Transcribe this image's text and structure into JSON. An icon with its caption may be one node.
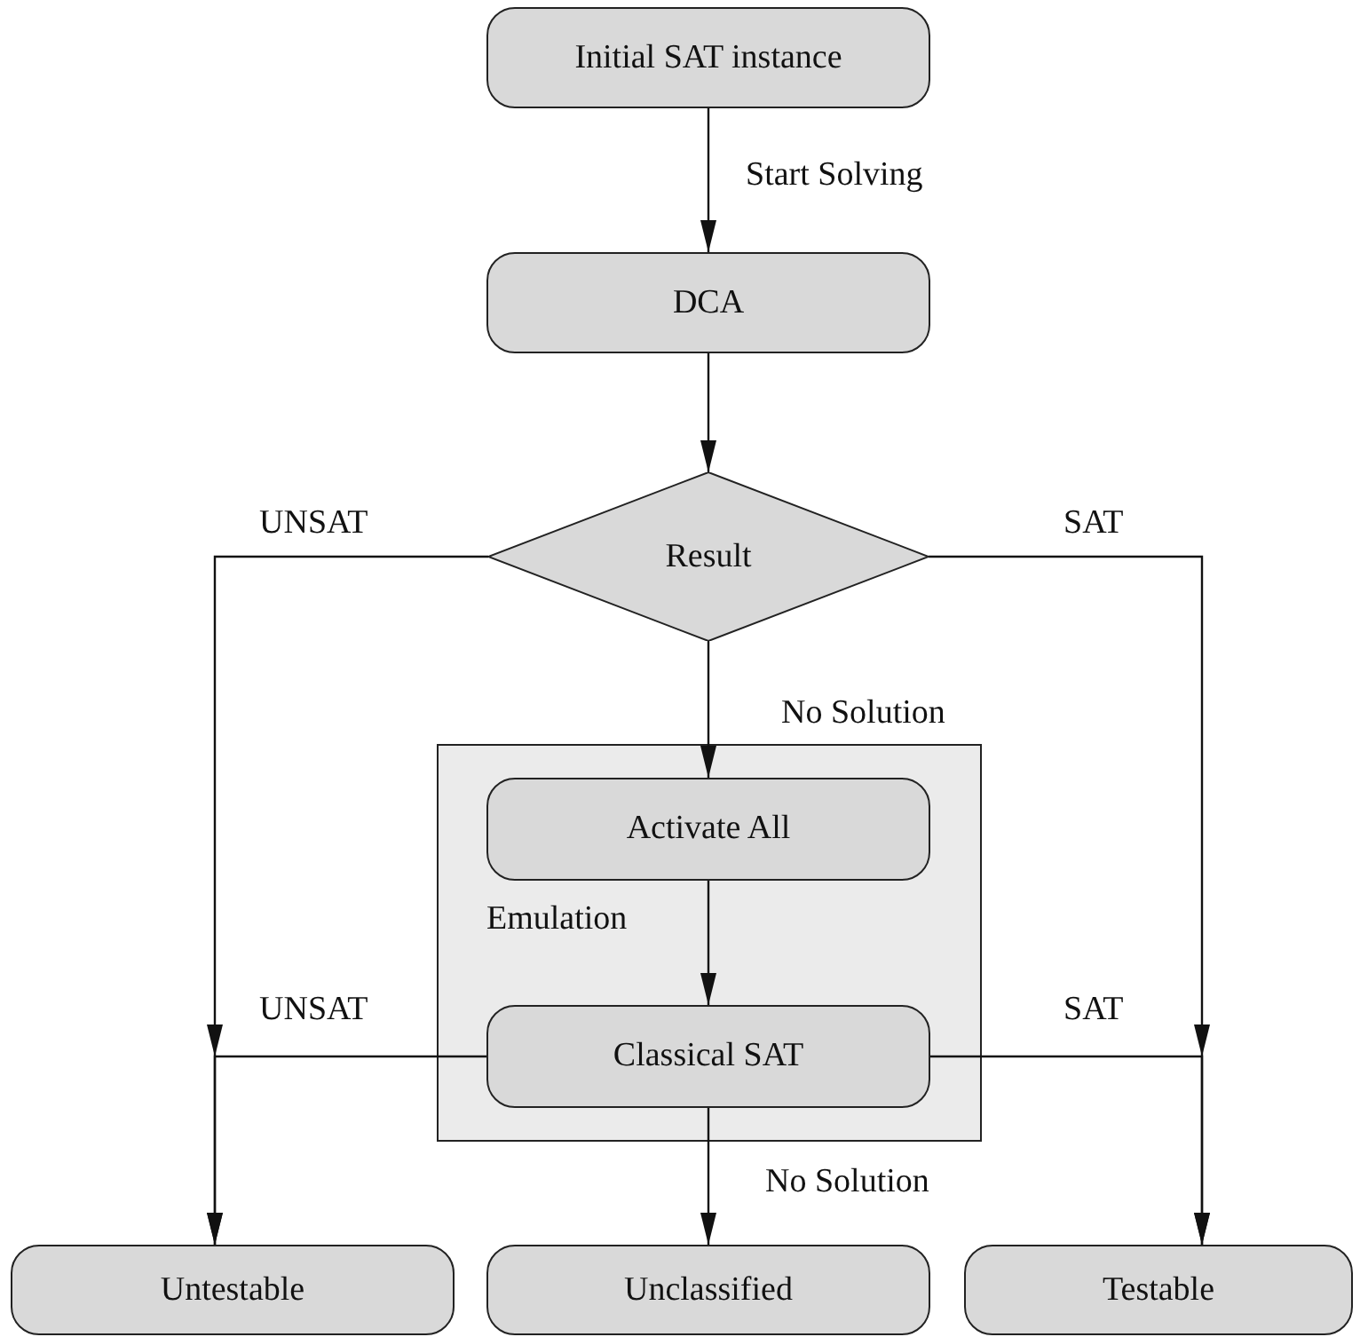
{
  "diagram": {
    "nodes": [
      {
        "text": [
          "Initial SAT instance"
        ]
      },
      {
        "text": [
          "DCA"
        ]
      },
      {
        "text": [
          "Result"
        ]
      },
      {
        "text": [],
        "shape": "box"
      },
      {
        "text": [
          "Activate All"
        ],
        "in": 3
      },
      {
        "text": [
          "Classical SAT"
        ],
        "in": 3
      },
      {
        "text": [
          "Untestable"
        ]
      },
      {
        "text": [
          "Unclassified"
        ]
      },
      {
        "text": [
          "Testable"
        ]
      }
    ],
    "edges": [
      {
        "from": 0,
        "to": 1,
        "arrow": "to",
        "label": "Start Solving"
      },
      {
        "from": 1,
        "to": 2,
        "arrow": "to"
      },
      {
        "from": 2,
        "to": 6,
        "arrow": "to",
        "label": "UNSAT"
      },
      {
        "from": 2,
        "to": 8,
        "arrow": "to",
        "label": "SAT"
      },
      {
        "from": 2,
        "to": 4,
        "arrow": "to",
        "label": "No Solution"
      },
      {
        "from": 4,
        "to": 5,
        "arrow": "to",
        "label": "Emulation"
      },
      {
        "from": 5,
        "to": 6,
        "arrow": "to",
        "label": "UNSAT"
      },
      {
        "from": 5,
        "to": 8,
        "arrow": "to",
        "label": "SAT"
      },
      {
        "from": 5,
        "to": 7,
        "arrow": "to",
        "label": "No Solution"
      }
    ]
  }
}
